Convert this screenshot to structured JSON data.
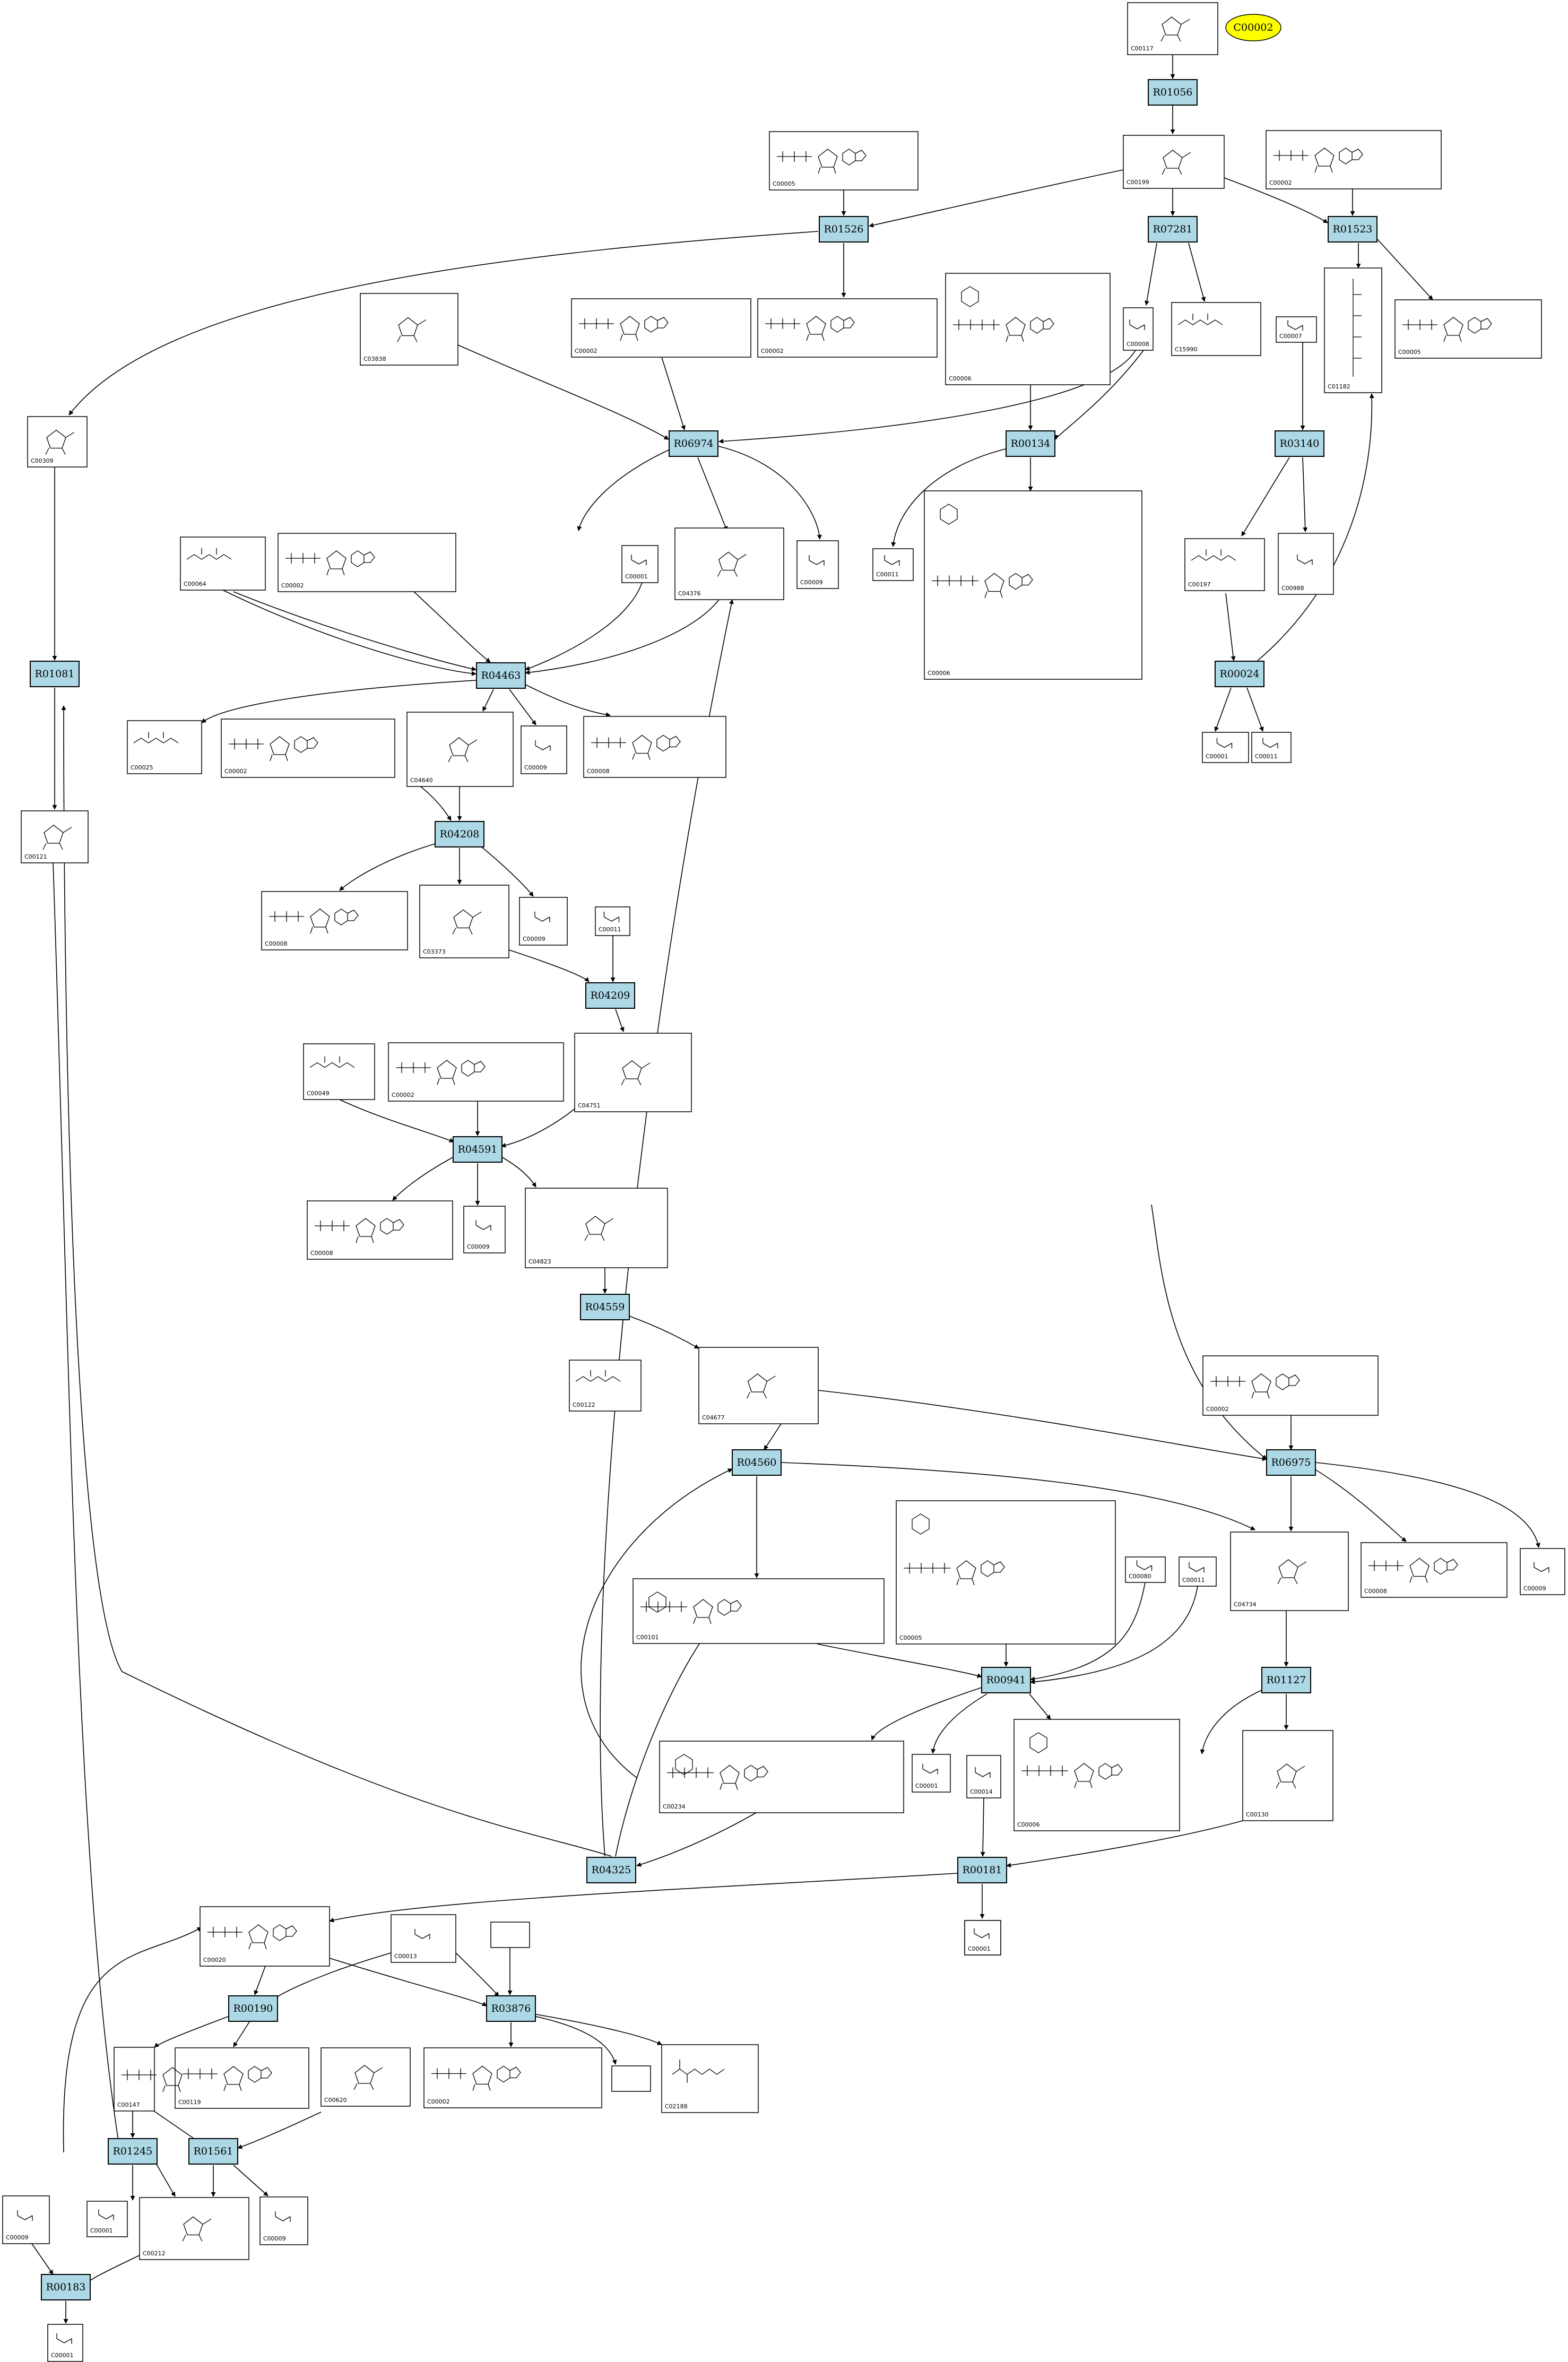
{
  "title_node": "C00002",
  "reactions": [
    "R01056",
    "R01526",
    "R07281",
    "R01523",
    "R06974",
    "R00134",
    "R03140",
    "R01081",
    "R04463",
    "R00024",
    "R04208",
    "R04209",
    "R04591",
    "R04559",
    "R06975",
    "R04560",
    "R01127",
    "R00941",
    "R04325",
    "R00181",
    "R00190",
    "R03876",
    "R01245",
    "R01561",
    "R00183"
  ],
  "compounds": [
    "C00117",
    "C00199",
    "C00002",
    "C00005",
    "C00002",
    "C00002",
    "C00006",
    "C00008",
    "C15990",
    "C01182",
    "C00007",
    "C00005",
    "C03838",
    "C00309",
    "C00064",
    "C00002",
    "C00001",
    "C04376",
    "C00009",
    "C00011",
    "C00006",
    "C00197",
    "C00988",
    "C00001",
    "C00011",
    "C00025",
    "C00002",
    "C04640",
    "C00009",
    "C00008",
    "C00121",
    "C00008",
    "C03373",
    "C00009",
    "C00011",
    "C00049",
    "C00002",
    "C04751",
    "C00008",
    "C00009",
    "C04823",
    "C00122",
    "C04677",
    "C00002",
    "C04734",
    "C00008",
    "C00009",
    "C00101",
    "C00005",
    "C00080",
    "C00011",
    "C00001",
    "C00014",
    "C00006",
    "C00130",
    "C00234",
    "C00001",
    "C00001",
    "C00020",
    "C00013",
    "C00119",
    "C00147",
    "C00620",
    "C00002",
    "C02188",
    "C00001",
    "C00212",
    "C00009",
    "C00009",
    "C00001"
  ]
}
